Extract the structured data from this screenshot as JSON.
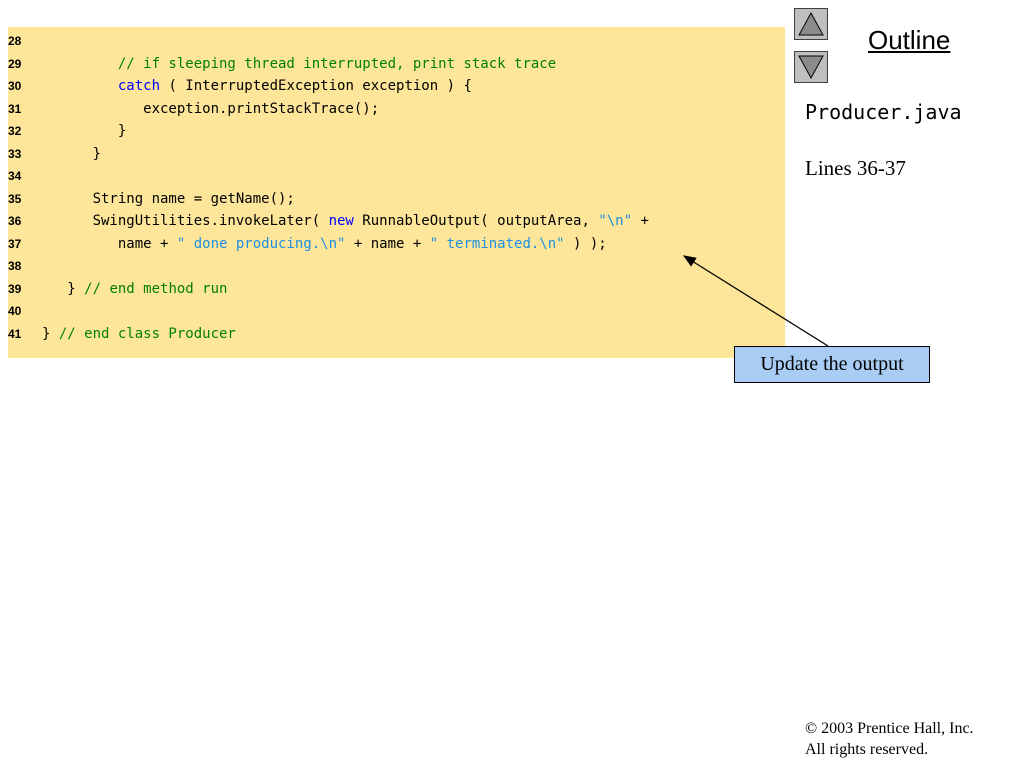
{
  "code_panel": {
    "lines": [
      {
        "number": "28",
        "segments": []
      },
      {
        "number": "29",
        "segments": [
          {
            "text": "         "
          },
          {
            "text": "// if sleeping thread interrupted, print stack trace",
            "kind": "comment"
          }
        ]
      },
      {
        "number": "30",
        "segments": [
          {
            "text": "         "
          },
          {
            "text": "catch",
            "kind": "keyword"
          },
          {
            "text": " ( InterruptedException exception ) {"
          }
        ]
      },
      {
        "number": "31",
        "segments": [
          {
            "text": "            exception.printStackTrace();"
          }
        ]
      },
      {
        "number": "32",
        "segments": [
          {
            "text": "         }"
          }
        ]
      },
      {
        "number": "33",
        "segments": [
          {
            "text": "      }"
          }
        ]
      },
      {
        "number": "34",
        "segments": []
      },
      {
        "number": "35",
        "segments": [
          {
            "text": "      String name = getName();"
          }
        ]
      },
      {
        "number": "36",
        "segments": [
          {
            "text": "      SwingUtilities.invokeLater( "
          },
          {
            "text": "new",
            "kind": "keyword"
          },
          {
            "text": " RunnableOutput( outputArea, "
          },
          {
            "text": "\"\\n\"",
            "kind": "string"
          },
          {
            "text": " +"
          }
        ]
      },
      {
        "number": "37",
        "segments": [
          {
            "text": "         name + "
          },
          {
            "text": "\" done producing.\\n\"",
            "kind": "string"
          },
          {
            "text": " + name + "
          },
          {
            "text": "\" terminated.\\n\"",
            "kind": "string"
          },
          {
            "text": " ) );"
          }
        ]
      },
      {
        "number": "38",
        "segments": []
      },
      {
        "number": "39",
        "segments": [
          {
            "text": "   } "
          },
          {
            "text": "// end method run",
            "kind": "comment"
          }
        ]
      },
      {
        "number": "40",
        "segments": []
      },
      {
        "number": "41",
        "segments": [
          {
            "text": "} "
          },
          {
            "text": "// end class Producer",
            "kind": "comment"
          }
        ]
      }
    ]
  },
  "sidebar": {
    "outline_label": "Outline",
    "file_name": "Producer.java",
    "lines_label": "Lines 36-37"
  },
  "callout": {
    "text": "Update the output"
  },
  "footer": {
    "copyright_line1": "© 2003 Prentice Hall, Inc.",
    "copyright_line2": "All rights reserved."
  },
  "colors": {
    "code_background": "#FDE69A",
    "comment": "#008000",
    "keyword": "#0000FF",
    "string": "#1E8FE0",
    "callout_background": "#A8CCF4"
  },
  "icons": {
    "up": "triangle-up-icon",
    "down": "triangle-down-icon"
  }
}
